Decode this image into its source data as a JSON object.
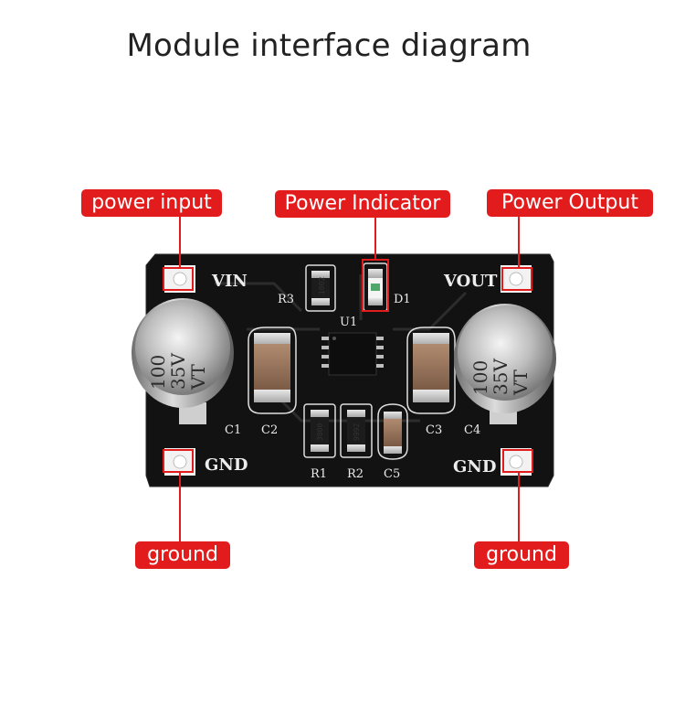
{
  "title": "Module interface diagram",
  "labels": {
    "power_input": "power input",
    "power_indicator": "Power Indicator",
    "power_output": "Power Output",
    "ground_left": "ground",
    "ground_right": "ground"
  },
  "silkscreen": {
    "vin": "VIN",
    "vout": "VOUT",
    "gnd_left": "GND",
    "gnd_right": "GND",
    "r1": "R1",
    "r2": "R2",
    "r3": "R3",
    "c1": "C1",
    "c2": "C2",
    "c3": "C3",
    "c4": "C4",
    "c5": "C5",
    "d1": "D1",
    "u1": "U1"
  },
  "capacitor_left": {
    "line1": "100",
    "line2": "35V",
    "line3": "VT"
  },
  "capacitor_right": {
    "line1": "100",
    "line2": "35V",
    "line3": "VT"
  },
  "resistor_codes": {
    "r1": "3000",
    "r2": "9992",
    "r3": "1002"
  },
  "colors": {
    "label_bg": "#e21c1c",
    "leader_line": "#e21c1c",
    "board": "#111111"
  }
}
